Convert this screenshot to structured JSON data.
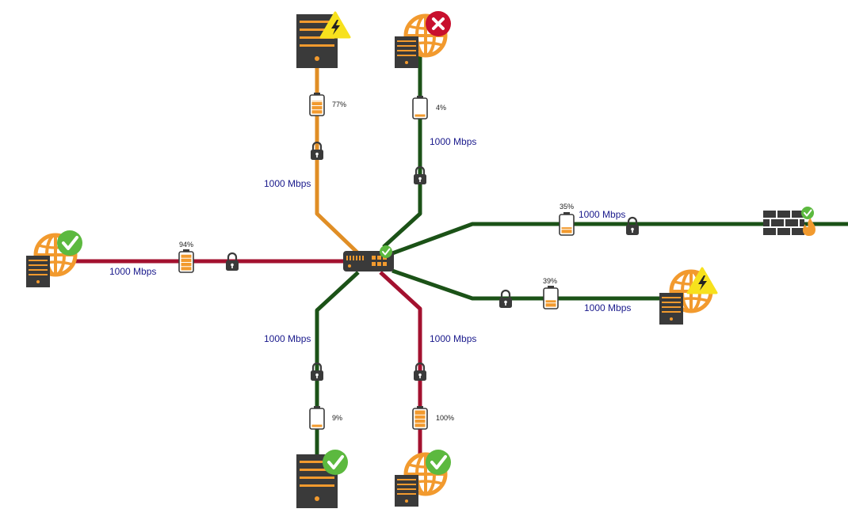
{
  "colors": {
    "link_green": "#1b5217",
    "link_red": "#a3112f",
    "link_orange": "#e08e25",
    "device_dark": "#3a3a3a",
    "accent_orange": "#f29a2e",
    "ok_green": "#5cb93f",
    "error_red": "#c8102e",
    "warn_yellow": "#f7e11d",
    "speed_text": "#1a1a8c"
  },
  "hub": {
    "type": "switch",
    "status": "ok"
  },
  "links": [
    {
      "id": "top-left",
      "color": "orange",
      "speed": "1000 Mbps",
      "battery": "77%",
      "battery_level": 0.77,
      "device": "server",
      "status": "warning"
    },
    {
      "id": "top-right",
      "color": "green",
      "speed": "1000 Mbps",
      "battery": "4%",
      "battery_level": 0.04,
      "device": "web-server",
      "status": "error"
    },
    {
      "id": "right-upper",
      "color": "green",
      "speed": "1000 Mbps",
      "battery": "35%",
      "battery_level": 0.35,
      "device": "firewall",
      "status": "ok"
    },
    {
      "id": "right-lower",
      "color": "green",
      "speed": "1000 Mbps",
      "battery": "39%",
      "battery_level": 0.39,
      "device": "web-server",
      "status": "warning"
    },
    {
      "id": "bottom-right",
      "color": "red",
      "speed": "1000 Mbps",
      "battery": "100%",
      "battery_level": 1.0,
      "device": "web-server",
      "status": "ok"
    },
    {
      "id": "bottom-left",
      "color": "green",
      "speed": "1000 Mbps",
      "battery": "9%",
      "battery_level": 0.09,
      "device": "server",
      "status": "ok"
    },
    {
      "id": "left",
      "color": "red",
      "speed": "1000 Mbps",
      "battery": "94%",
      "battery_level": 0.94,
      "device": "web-server",
      "status": "ok"
    }
  ]
}
